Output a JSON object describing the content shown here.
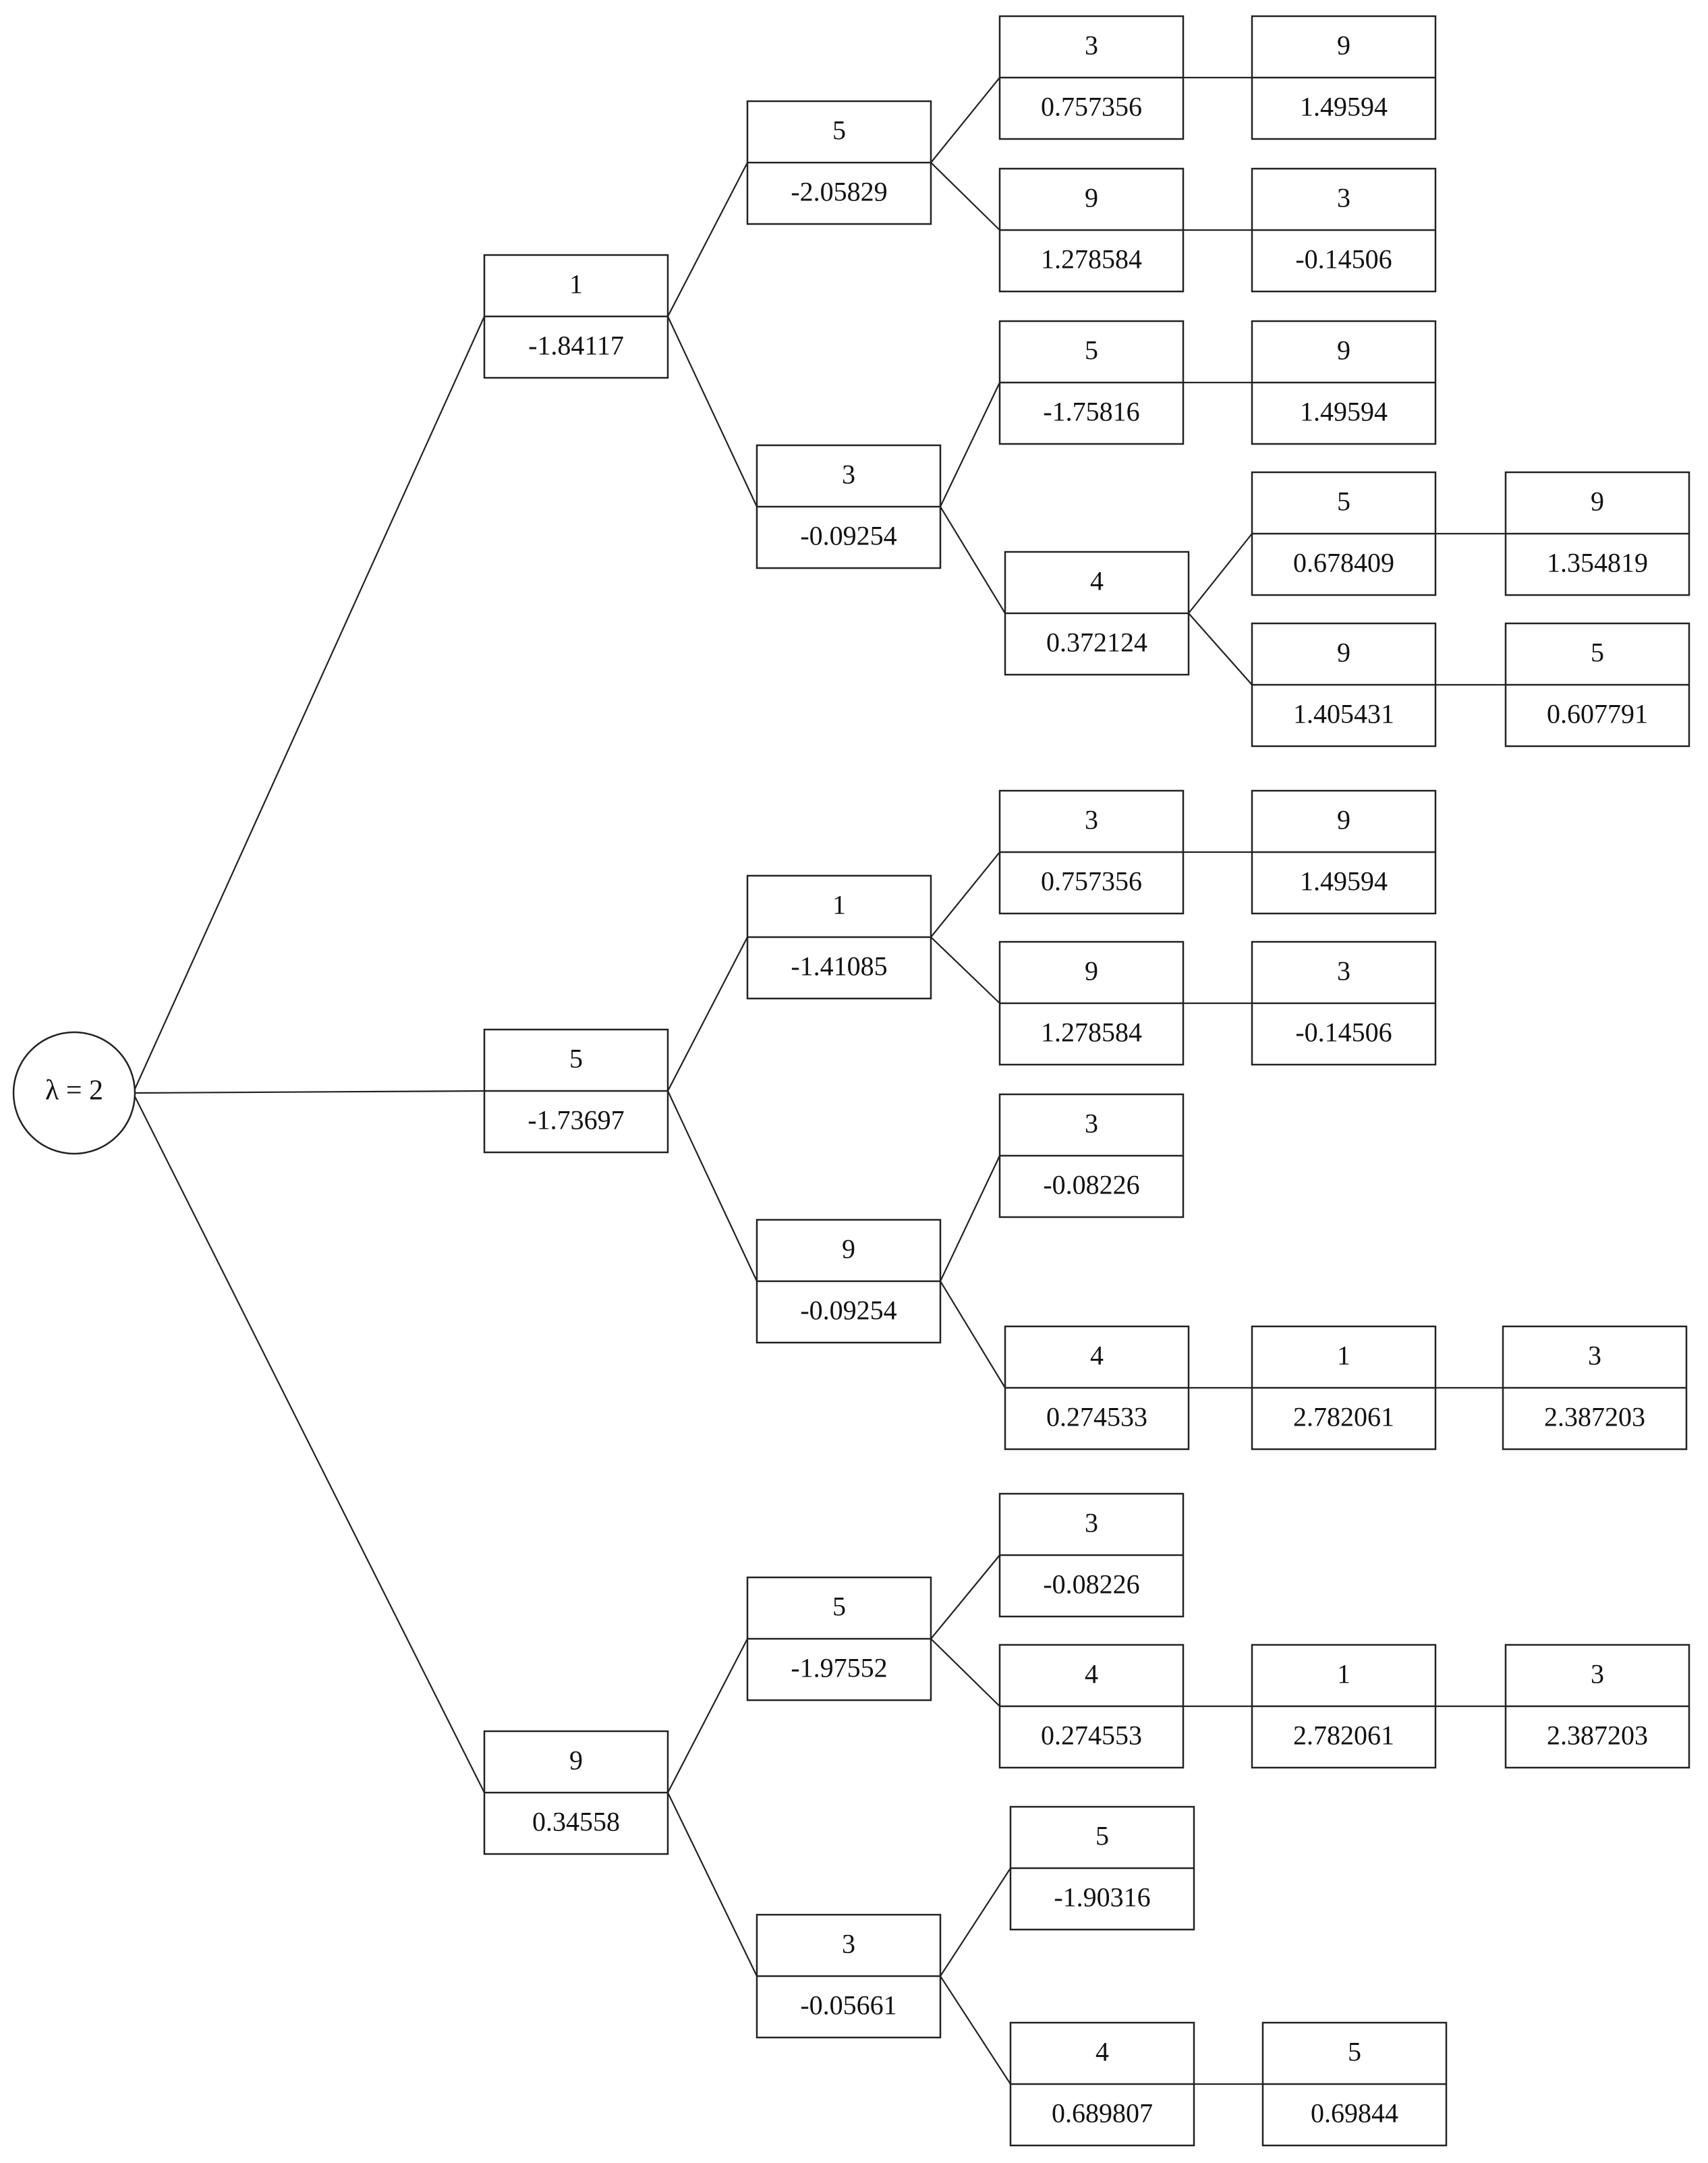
{
  "root": {
    "label": "λ = 2"
  },
  "nodes": [
    {
      "id": "a",
      "parent": "root",
      "top": "1",
      "bottom": "-1.84117"
    },
    {
      "id": "b",
      "parent": "root",
      "top": "5",
      "bottom": "-1.73697"
    },
    {
      "id": "c",
      "parent": "root",
      "top": "9",
      "bottom": "0.34558"
    },
    {
      "id": "a1",
      "parent": "a",
      "top": "5",
      "bottom": "-2.05829"
    },
    {
      "id": "a2",
      "parent": "a",
      "top": "3",
      "bottom": "-0.09254"
    },
    {
      "id": "a1a",
      "parent": "a1",
      "top": "3",
      "bottom": "0.757356"
    },
    {
      "id": "a1b",
      "parent": "a1",
      "top": "9",
      "bottom": "1.278584"
    },
    {
      "id": "a1a1",
      "parent": "a1a",
      "top": "9",
      "bottom": "1.49594"
    },
    {
      "id": "a1b1",
      "parent": "a1b",
      "top": "3",
      "bottom": "-0.14506"
    },
    {
      "id": "a2a",
      "parent": "a2",
      "top": "5",
      "bottom": "-1.75816"
    },
    {
      "id": "a2b",
      "parent": "a2",
      "top": "4",
      "bottom": "0.372124"
    },
    {
      "id": "a2a1",
      "parent": "a2a",
      "top": "9",
      "bottom": "1.49594"
    },
    {
      "id": "a2b1",
      "parent": "a2b",
      "top": "5",
      "bottom": "0.678409"
    },
    {
      "id": "a2b2",
      "parent": "a2b",
      "top": "9",
      "bottom": "1.405431"
    },
    {
      "id": "a2b1x",
      "parent": "a2b1",
      "top": "9",
      "bottom": "1.354819"
    },
    {
      "id": "a2b2x",
      "parent": "a2b2",
      "top": "5",
      "bottom": "0.607791"
    },
    {
      "id": "b1",
      "parent": "b",
      "top": "1",
      "bottom": "-1.41085"
    },
    {
      "id": "b2",
      "parent": "b",
      "top": "9",
      "bottom": "-0.09254"
    },
    {
      "id": "b1a",
      "parent": "b1",
      "top": "3",
      "bottom": "0.757356"
    },
    {
      "id": "b1b",
      "parent": "b1",
      "top": "9",
      "bottom": "1.278584"
    },
    {
      "id": "b1a1",
      "parent": "b1a",
      "top": "9",
      "bottom": "1.49594"
    },
    {
      "id": "b1b1",
      "parent": "b1b",
      "top": "3",
      "bottom": "-0.14506"
    },
    {
      "id": "b2a",
      "parent": "b2",
      "top": "3",
      "bottom": "-0.08226"
    },
    {
      "id": "b2b",
      "parent": "b2",
      "top": "4",
      "bottom": "0.274533"
    },
    {
      "id": "b2b1",
      "parent": "b2b",
      "top": "1",
      "bottom": "2.782061"
    },
    {
      "id": "b2b2",
      "parent": "b2b1",
      "top": "3",
      "bottom": "2.387203"
    },
    {
      "id": "c1",
      "parent": "c",
      "top": "5",
      "bottom": "-1.97552"
    },
    {
      "id": "c2",
      "parent": "c",
      "top": "3",
      "bottom": "-0.05661"
    },
    {
      "id": "c1a",
      "parent": "c1",
      "top": "3",
      "bottom": "-0.08226"
    },
    {
      "id": "c1b",
      "parent": "c1",
      "top": "4",
      "bottom": "0.274553"
    },
    {
      "id": "c1b1",
      "parent": "c1b",
      "top": "1",
      "bottom": "2.782061"
    },
    {
      "id": "c1b2",
      "parent": "c1b1",
      "top": "3",
      "bottom": "2.387203"
    },
    {
      "id": "c2a",
      "parent": "c2",
      "top": "5",
      "bottom": "-1.90316"
    },
    {
      "id": "c2b",
      "parent": "c2",
      "top": "4",
      "bottom": "0.689807"
    },
    {
      "id": "c2b1",
      "parent": "c2b",
      "top": "5",
      "bottom": "0.69844"
    }
  ]
}
